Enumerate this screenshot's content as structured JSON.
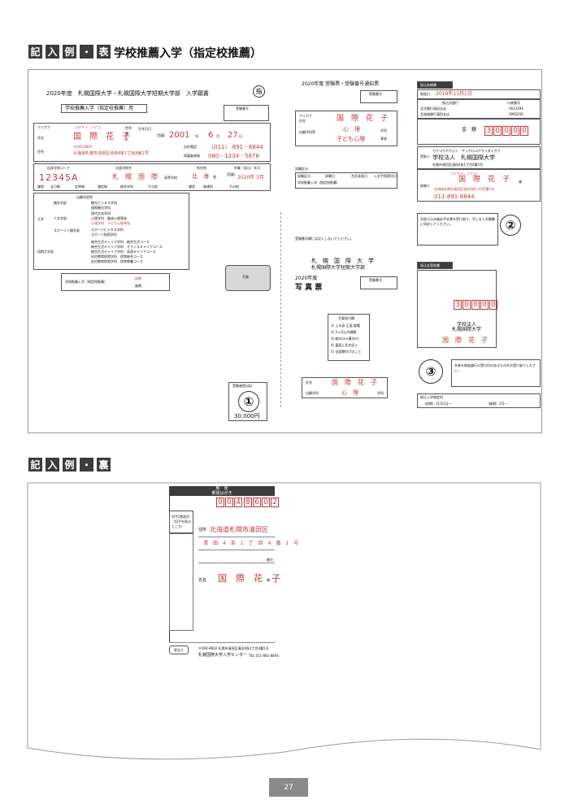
{
  "header1": {
    "boxes": [
      "記",
      "入",
      "例",
      "・",
      "表"
    ],
    "title": "学校推薦入学（指定校推薦）"
  },
  "header2": {
    "boxes": [
      "記",
      "入",
      "例",
      "・",
      "裏"
    ]
  },
  "app": {
    "title": "2020年度　札幌国際大学・札幌国際大学短期大学部　入学願書",
    "badge": "指",
    "type_label": "学校推薦入学（指定校推薦）用",
    "exam_no_label": "受験番号",
    "furigana_label": "フリガナ",
    "furigana": "コクサイ　ハナコ",
    "name_label": "氏名",
    "name": "国　際　花　子",
    "sex_label": "性別",
    "sex_m": "男",
    "sex_f": "女",
    "dob_label": "生年月日",
    "era": "（西暦）",
    "year": "2001",
    "year_u": "年",
    "month": "6",
    "month_u": "月",
    "day": "27",
    "day_u": "日",
    "zip": "〒004-8602",
    "addr_label": "住所",
    "address": "北海道札幌市清田区清田4条1丁目4番1号",
    "tel_label": "自宅電話",
    "tel": "（011） 891 - 8844",
    "mobile_label": "保護者連絡",
    "mobile": "080 - 1234 - 5678",
    "school_code_label": "出身学校コード",
    "school_code": "12345A",
    "school_name_label": "出身学校名",
    "school_name": "札　幌　国　際",
    "school_suffix": "高等学校",
    "pref_label": "所在地",
    "pref": "北　海",
    "pref2": "道",
    "grad_label": "卒業（見込）年月",
    "grad_era": "（西暦）",
    "grad": "2020年 3月",
    "course_label": "課程",
    "course_opts": [
      "全日制",
      "定時制",
      "通信制",
      "総合学科",
      "その他"
    ],
    "course2_label": "課程",
    "course2_opts": [
      "普通科",
      "その他"
    ],
    "dept_header": "出願学部等",
    "faculty_a": "大学",
    "faculty_b": "短期大学部",
    "rows": [
      {
        "dept": "観光学部",
        "items": [
          "観光ビジネス学科",
          "国際観光学科"
        ]
      },
      {
        "dept": "人文学部",
        "items": [
          "現代文化学科",
          "心理学科　臨床心理専攻",
          "心理学科　子ども心理専攻"
        ]
      },
      {
        "dept": "スポーツ人間学部",
        "items": [
          "スポーツビジネス学科",
          "スポーツ指導学科"
        ]
      }
    ],
    "jc_items": [
      "総合生活キャリア学科　総合生活コース",
      "総合生活キャリア学科　オフィスキャリアコース",
      "総合生活キャリア学科　英語キャリアコース",
      "幼児教育保育学科　保育総合コース",
      "幼児教育保育学科　保育教養コース"
    ],
    "entry_label": "学校推薦入学（指定校推薦）",
    "entry_opts": [
      "前期",
      "後期"
    ],
    "photo_label": "写真"
  },
  "card": {
    "title": "2020年度 受験票・受験番号通知票",
    "exam_no": "受験番号",
    "furigana": "フリガナ",
    "name_label": "氏名",
    "name": "国　際　花　子",
    "dept_label": "出願学科等",
    "dept": "心　理",
    "dept_suffix": "学科",
    "major": "子ども心理",
    "major_suffix": "専攻",
    "schedule_label": "試験区分",
    "schedule_cols": [
      "試験区分",
      "試験日",
      "合否発表日",
      "入学手続締切日"
    ],
    "schedule_rows": [
      "学校推薦入学（指定校推薦）"
    ],
    "note": "受験番号欄には記入しないでください。"
  },
  "photo_card": {
    "univ": "札　幌　国　際　大　学",
    "univ2": "札幌国際大学短期大学部",
    "year": "2020年度",
    "title": "写 真 票",
    "exam_no": "受験番号",
    "paste_title": "写真貼付欄",
    "paste_items": [
      "1) 上半身 正面 脱帽",
      "2) 3ヶ月以内撮影",
      "3) 縦4cm×横3cm",
      "4) 裏面に氏名記入",
      "5) 全面糊付けのこと"
    ],
    "name_label": "氏名",
    "name": "国　際　花　子",
    "dept_label": "出願学科",
    "dept": "心　理",
    "dept_suffix": "学科"
  },
  "stamp1": {
    "label": "受験者提出料",
    "num": "①",
    "amount": "30,000円"
  },
  "pay": {
    "slip_label": "振込依頼書",
    "date_label": "取扱日",
    "date": "2019年11月1日",
    "bank_label": "振込先銀行",
    "banks": [
      "北洋銀行清田支店",
      "北海道銀行清田支店"
    ],
    "acct_label": "口座番号",
    "acct1": "3623394",
    "acct2": "0992256",
    "amount_label": "金　額",
    "amount": [
      "3",
      "0",
      "0",
      "0",
      "0"
    ],
    "recipient_label": "受取人",
    "recipient_kana": "ガクコウホウジン　サッポロコクサイダイガク",
    "recipient": "学校法人　札幌国際大学",
    "recipient_addr": "札幌市清田区清田4条1丁目4番1号",
    "payer_label": "依頼人",
    "payer_furigana": "コクサイ　ハナコ",
    "payer_name": "国　際　花　子",
    "payer_suffix": "様",
    "payer_addr": "北海道札幌市清田区清田4条1丁目4番1号",
    "payer_tel": "011-891-8844",
    "num2": "②",
    "num3": "③",
    "note2": "お振り込み後必ず本票を受け取り、写しを入学願書に同封してください。",
    "receipt_label": "振込金受取書",
    "receipt_amount": [
      "3",
      "0",
      "0",
      "0",
      "0"
    ],
    "receipt_to": "学校法人\n札幌国際大学",
    "receipt_name": "国　際　花　子",
    "note3": "本券を取扱銀行の受付印のあるものをお受け取りください。",
    "option_label": "振込入学検定料",
    "options": [
      "（前期）11月1日〜",
      "（後期）2月〜"
    ]
  },
  "back": {
    "env_title": "郵　便",
    "env_sub": "郵便はがき",
    "zip_digits": [
      "0",
      "0",
      "4",
      "8",
      "6",
      "0",
      "2"
    ],
    "stamp_note": "切手2枚貼付（切手を貼るところ）",
    "addr1_label": "住所",
    "addr1": "北海道札幌市清田区",
    "addr2": "清　田　4　条　1　丁　目　4　番　1　号",
    "addr_suffix": "様方",
    "name_label": "氏名",
    "name": "国　際　花　子",
    "name_suffix": "様",
    "sender_label": "差出人",
    "sender_addr": "〒004-8602 札幌市清田区清田4条1丁目4番1号",
    "sender_name": "札幌国際大学入学センター",
    "sender_tel": "TEL 011-881-8844"
  },
  "page": "27"
}
